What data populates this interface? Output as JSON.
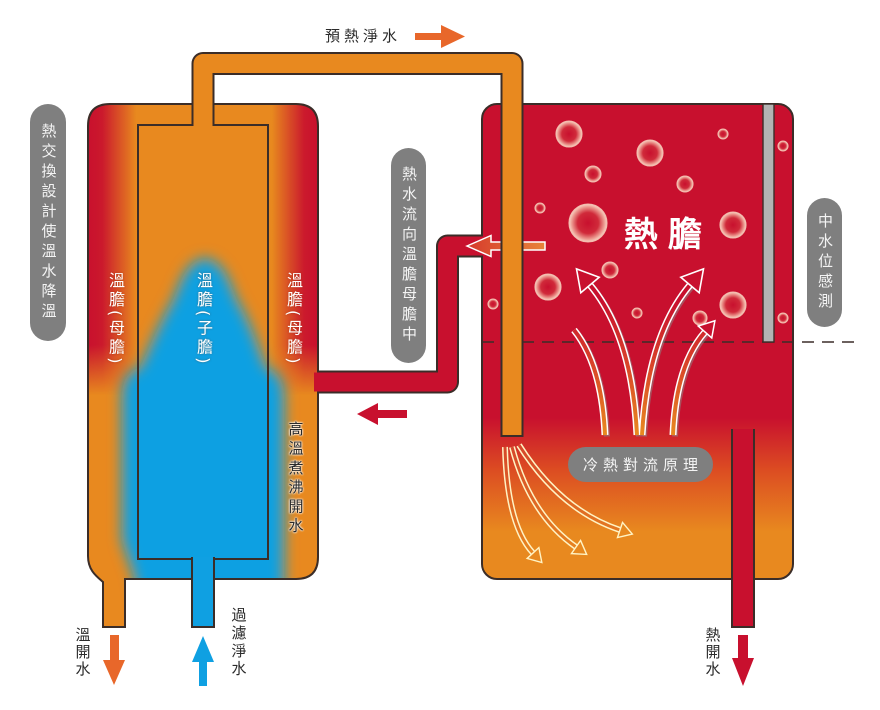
{
  "diagram": {
    "preheated_water_label": "預熱淨水",
    "notes": {
      "heat_exchange": "熱交換設計使溫水降溫",
      "hot_water_flow": "熱水流向溫膽母膽中",
      "mid_level_sensing": "中水位感測",
      "convection_principle": "冷熱對流原理"
    },
    "warm_tank": {
      "outer_left_label": "溫膽(母膽)",
      "inner_label": "溫膽(子膽)",
      "outer_right_label": "溫膽(母膽)",
      "boiling_label": "高溫煮沸開水"
    },
    "hot_tank": {
      "label": "熱膽"
    },
    "flows": {
      "warm_water_out": "溫開水",
      "filtered_water_in": "過濾淨水",
      "hot_water_out": "熱開水"
    }
  },
  "colors": {
    "hot_red": "#c8102e",
    "transition_orange": "#dc4c22",
    "warm_orange": "#e8891f",
    "cold_blue": "#0fa0e2",
    "arrow_orange": "#e8672a",
    "label_gray": "#7f7f7f",
    "label_text": "#f4f4f4",
    "dark_text": "#2a2a2a",
    "outline": "#3b2d28",
    "sensor_gray": "#b3b3b3"
  }
}
